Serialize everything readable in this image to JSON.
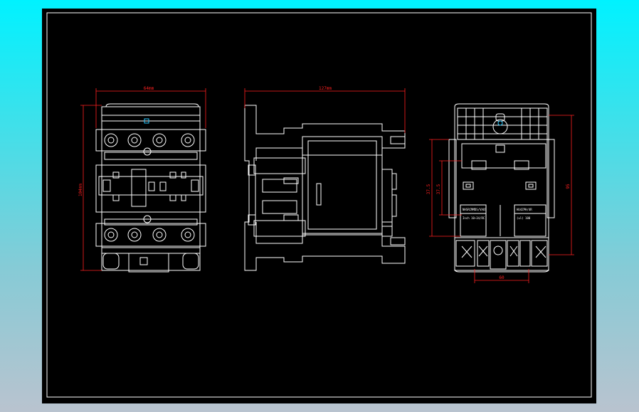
{
  "drawing": {
    "colors": {
      "background": "#000000",
      "outline": "#ffffff",
      "dimension": "#ff2020",
      "accent": "#29c9ff"
    },
    "views": [
      {
        "name": "front-view",
        "dims": {
          "width": "64mm",
          "height": "104mm"
        }
      },
      {
        "name": "side-view",
        "dims": {
          "depth": "127mm"
        }
      },
      {
        "name": "back-view",
        "dims": {
          "h1": "37.5",
          "h2": "37.5",
          "right": "95",
          "bottom": "60"
        }
      }
    ],
    "nameplate": {
      "line1": "NHSRCMMDS/VAUS",
      "line2": "Inch    10~34/RC",
      "right1": "HU4ZPH/4R",
      "right2": "(ul)    100"
    }
  }
}
